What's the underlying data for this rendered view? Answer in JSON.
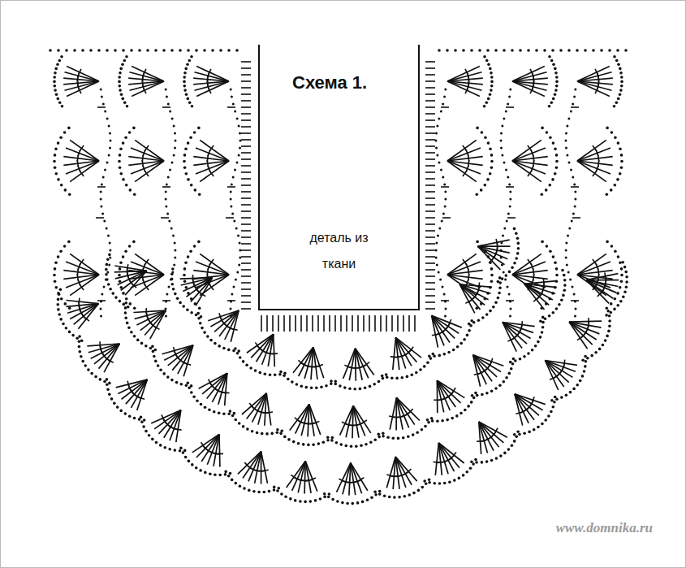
{
  "diagram": {
    "nodes": [
      {
        "text": [
          "Схема 1.",
          "деталь из ткани"
        ]
      }
    ],
    "labels": [
      "www.domnika.ru"
    ]
  }
}
